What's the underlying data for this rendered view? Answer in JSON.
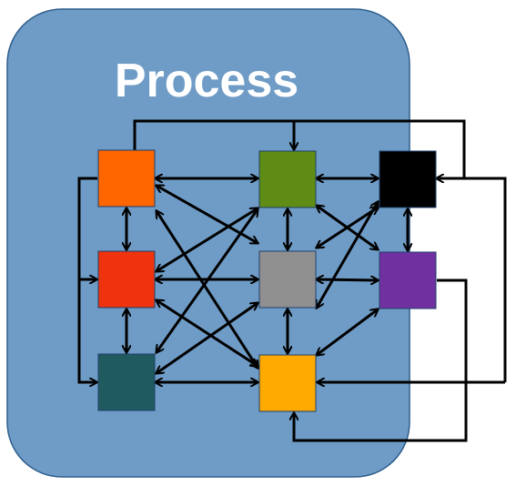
{
  "container": {
    "title": "Process",
    "fill_color": "#6f9cc6",
    "border_color": "#2e5d8c"
  },
  "nodes": [
    {
      "id": "orange",
      "color": "#ff6600"
    },
    {
      "id": "green",
      "color": "#5f8c14"
    },
    {
      "id": "black",
      "color": "#000000"
    },
    {
      "id": "red",
      "color": "#ee330e"
    },
    {
      "id": "gray",
      "color": "#909090"
    },
    {
      "id": "purple",
      "color": "#7030a0"
    },
    {
      "id": "teal",
      "color": "#1f5a5f"
    },
    {
      "id": "amber",
      "color": "#ffaa00"
    }
  ]
}
